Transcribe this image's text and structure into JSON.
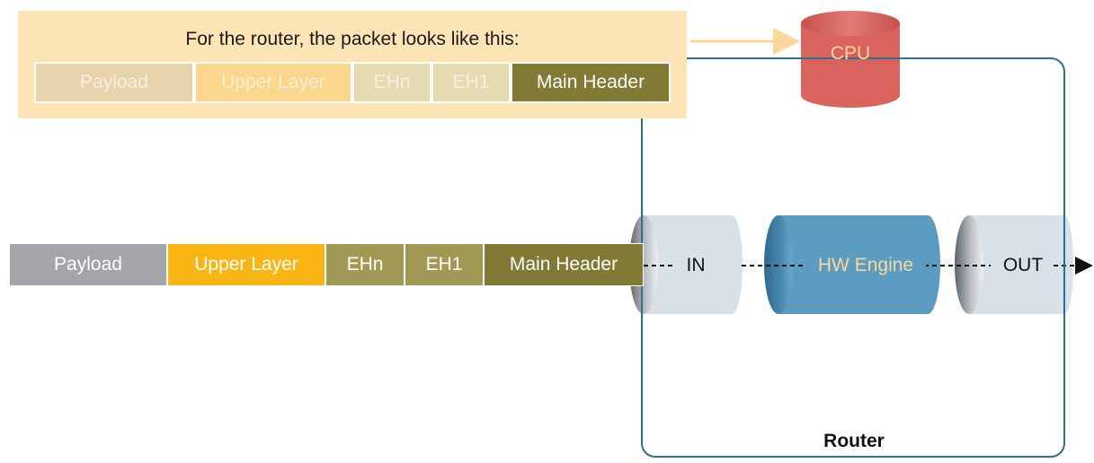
{
  "callout": {
    "title": "For the router, the packet looks like this:",
    "segments": [
      "Payload",
      "Upper Layer",
      "EHn",
      "EH1",
      "Main Header"
    ]
  },
  "packet": {
    "segments": [
      "Payload",
      "Upper Layer",
      "EHn",
      "EH1",
      "Main Header"
    ]
  },
  "nodes": {
    "cpu": "CPU",
    "in": "IN",
    "engine": "HW Engine",
    "out": "OUT"
  },
  "router_label": "Router",
  "colors": {
    "router_outline": "#2f6f90",
    "callout_bg": "#fde4b4",
    "payload": "#a3a5a8",
    "upper_layer": "#f8b513",
    "extension_header": "#a09a55",
    "main_header": "#807a35",
    "cpu": "#d9645e",
    "hw_engine": "#5d9cc1",
    "port_cylinder": "#d8e1e8",
    "arrow_to_cpu": "#fbd79a"
  }
}
